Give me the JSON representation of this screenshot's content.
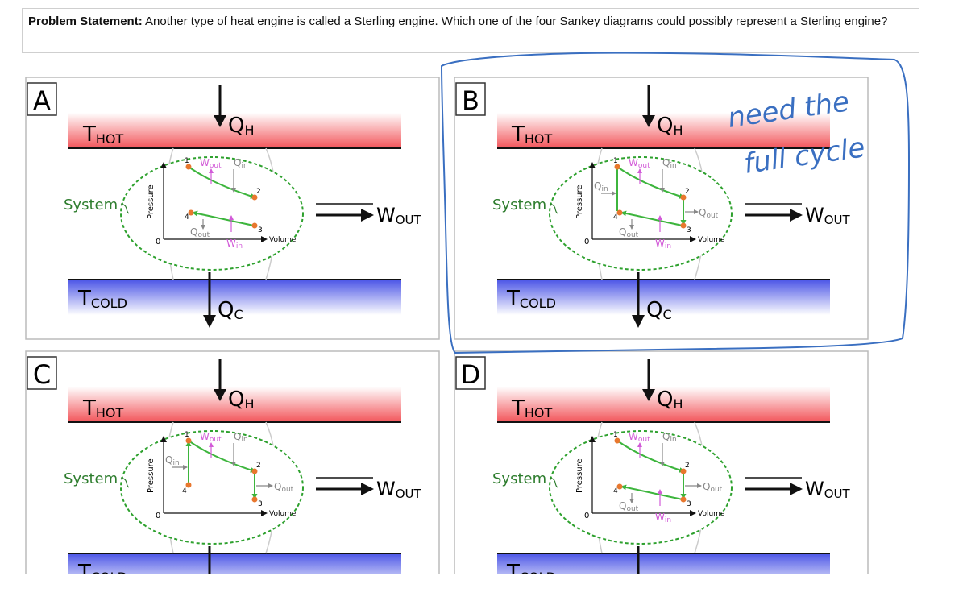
{
  "problem": {
    "heading": "Problem Statement:",
    "text": "Another type of heat engine is called a Sterling engine.  Which one of the four Sankey diagrams could possibly represent a Sterling engine?"
  },
  "labels": {
    "t_hot": "T",
    "hot_sub": "HOT",
    "t_cold": "T",
    "cold_sub": "COLD",
    "qh": "Q",
    "qh_sub": "H",
    "qc": "Q",
    "qc_sub": "C",
    "system": "System",
    "w_out": "W",
    "w_out_sub": "OUT",
    "pressure": "Pressure",
    "volume": "Volume",
    "origin": "0",
    "wout_small": "W",
    "out_sub": "out",
    "qin_small": "Q",
    "in_sub": "in",
    "qout_small": "Q",
    "win_small": "W",
    "p1": "1",
    "p2": "2",
    "p3": "3",
    "p4": "4"
  },
  "panels": [
    {
      "letter": "A"
    },
    {
      "letter": "B"
    },
    {
      "letter": "C"
    },
    {
      "letter": "D"
    }
  ],
  "annotation": {
    "line1": "need the",
    "line2": "full cycle",
    "color": "#3a6fc1"
  },
  "colors": {
    "hot": "#f2555a",
    "cold": "#4b55e6",
    "curve": "#3db53d",
    "point": "#e8772e",
    "ellipse": "#2ea12e",
    "work": "#d25bd8"
  }
}
